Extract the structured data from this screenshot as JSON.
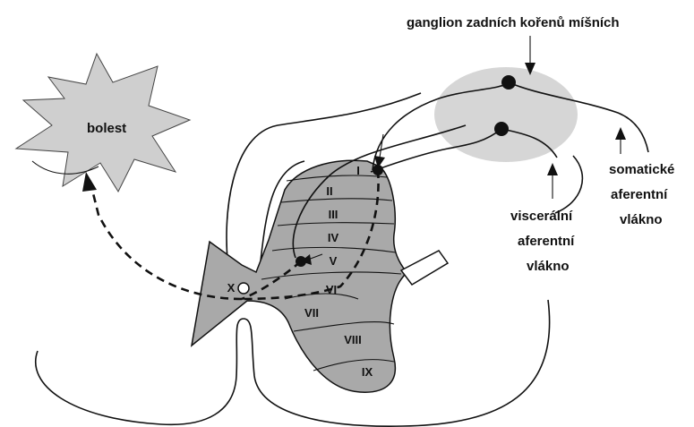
{
  "labels": {
    "ganglion": "ganglion zadních kořenů míšních",
    "pain": "bolest",
    "somatic_1": "somatické",
    "somatic_2": "aferentní",
    "somatic_3": "vlákno",
    "visceral_1": "viscerální",
    "visceral_2": "aferentní",
    "visceral_3": "vlákno"
  },
  "laminae": [
    "I",
    "II",
    "III",
    "IV",
    "V",
    "VI",
    "VII",
    "VIII",
    "IX",
    "X"
  ],
  "colors": {
    "gray_matter": "#a9a9a9",
    "ganglion": "#d6d6d6",
    "pain_star": "#cfcfcf",
    "line": "#111111"
  }
}
